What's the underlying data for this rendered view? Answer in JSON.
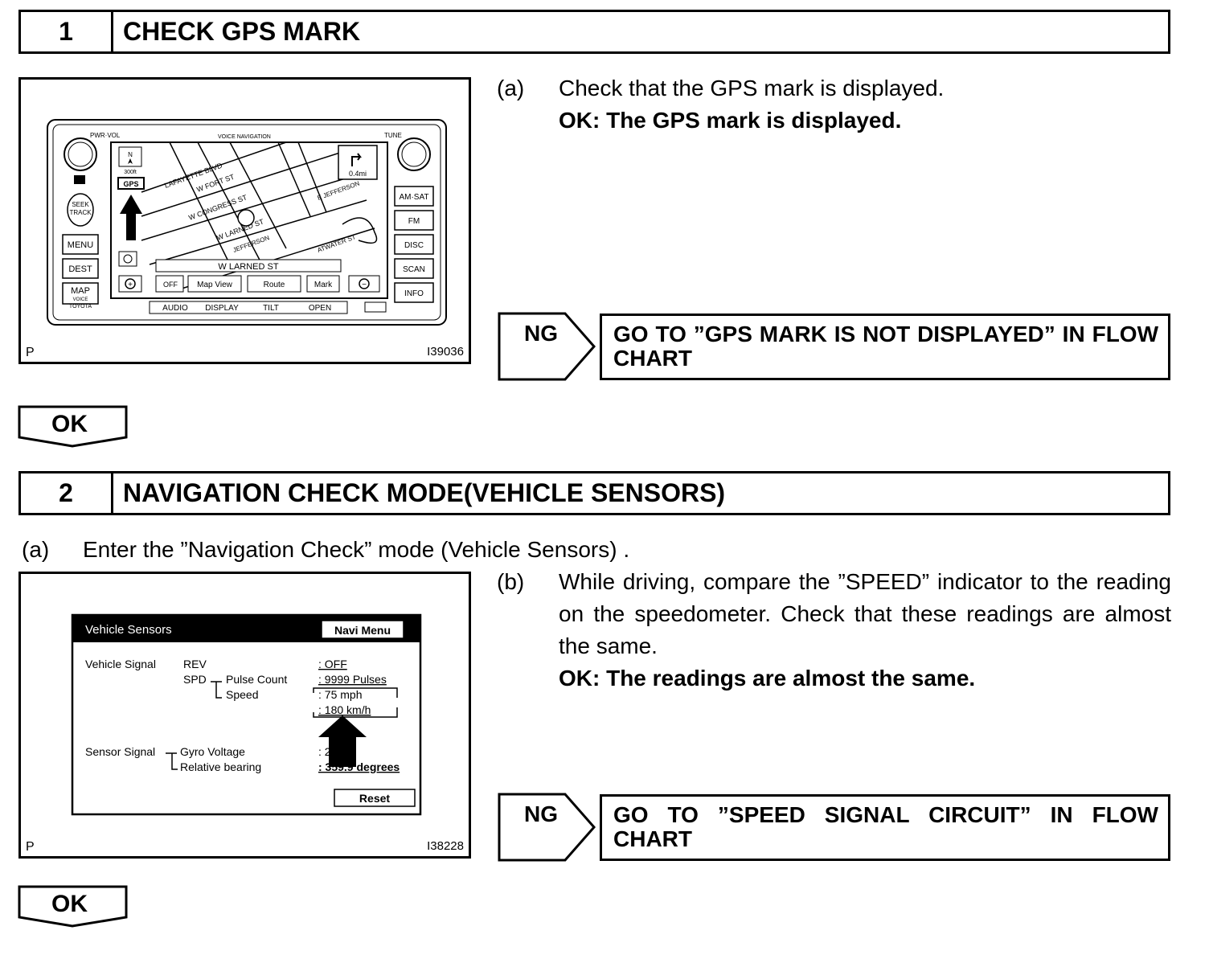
{
  "step1": {
    "number": "1",
    "title": "CHECK GPS MARK",
    "item_a_label": "(a)",
    "item_a_text": "Check that the GPS mark is displayed.",
    "ok_text": "OK: The GPS mark is displayed.",
    "figure": {
      "p_label": "P",
      "id": "I39036",
      "pwr_vol": "PWR·VOL",
      "voice_nav": "VOICE NAVIGATION",
      "tune": "TUNE",
      "left_buttons": [
        "MENU",
        "DEST",
        "MAP"
      ],
      "map_voice": "VOICE",
      "toyota": "TOYOTA",
      "seek_track": [
        "SEEK",
        "TRACK"
      ],
      "right_buttons": [
        "AM·SAT",
        "FM",
        "DISC",
        "SCAN",
        "INFO"
      ],
      "scale": "300ft",
      "gps": "GPS",
      "distance": "0.4mi",
      "street_name": "W LARNED ST",
      "map_buttons": [
        "OFF",
        "Map View",
        "Route",
        "Mark"
      ],
      "bottom_buttons": [
        "AUDIO",
        "DISPLAY",
        "TILT",
        "OPEN"
      ],
      "street_labels": [
        "LAFAYETTE BLVD",
        "W FORT ST",
        "W CONGRESS ST",
        "W LARNED ST",
        "JEFFERSON",
        "E JEFFERSON",
        "ATWATER ST"
      ]
    },
    "ng": {
      "label": "NG",
      "text": "GO TO ”GPS MARK IS NOT DISPLAYED” IN FLOW CHART"
    },
    "ok_label": "OK"
  },
  "step2": {
    "number": "2",
    "title": "NAVIGATION CHECK MODE(VEHICLE SENSORS)",
    "item_a_label": "(a)",
    "item_a_text": "Enter the ”Navigation Check” mode (Vehicle Sensors) .",
    "item_b_label": "(b)",
    "item_b_text": "While driving, compare the ”SPEED” indicator to the reading on the speedometer. Check that these readings are almost the same.",
    "ok_text": "OK: The readings are almost the same.",
    "figure": {
      "p_label": "P",
      "id": "I38228",
      "screen_title": "Vehicle Sensors",
      "navi_menu": "Navi Menu",
      "vehicle_signal": "Vehicle Signal",
      "rev": "REV",
      "rev_value": ": OFF",
      "spd": "SPD",
      "pulse_count": "Pulse Count",
      "pulse_value": ": 9999 Pulses",
      "speed": "Speed",
      "speed_mph": ": 75 mph",
      "speed_kmh": ": 180 km/h",
      "sensor_signal": "Sensor Signal",
      "gyro_voltage": "Gyro Voltage",
      "gyro_value": ": 2.5 V",
      "relative_bearing": "Relative bearing",
      "bearing_value": ": 359.9 degrees",
      "reset": "Reset"
    },
    "ng": {
      "label": "NG",
      "text": "GO TO ”SPEED SIGNAL CIRCUIT” IN FLOW CHART"
    },
    "ok_label": "OK"
  }
}
